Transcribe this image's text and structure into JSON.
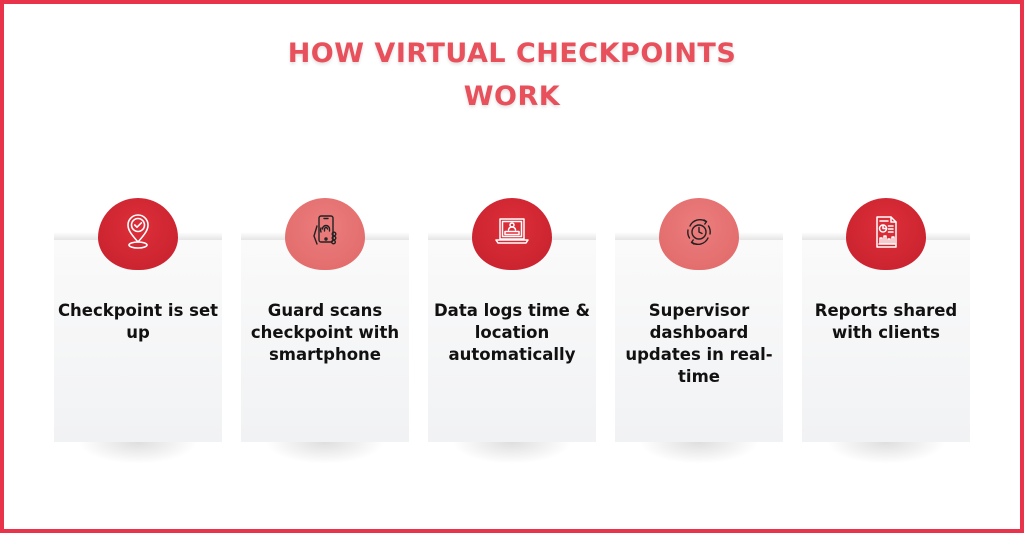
{
  "title": {
    "line1": "HOW VIRTUAL CHECKPOINTS",
    "line2": "WORK"
  },
  "colors": {
    "border": "#e8334a",
    "title": "#e8505b",
    "icon_dark": "#d0232f",
    "icon_light": "#e57272",
    "card": "#f3f4f6"
  },
  "steps": [
    {
      "icon": "location-pin-check-icon",
      "style": "dark",
      "label": "Checkpoint is set up"
    },
    {
      "icon": "smartphone-fingerprint-icon",
      "style": "light",
      "label": "Guard scans checkpoint with smartphone"
    },
    {
      "icon": "laptop-user-login-icon",
      "style": "dark",
      "label": "Data logs time & location automatically"
    },
    {
      "icon": "clock-refresh-icon",
      "style": "light",
      "label": "Supervisor dashboard updates in real-time"
    },
    {
      "icon": "report-document-icon",
      "style": "dark",
      "label": "Reports shared with clients"
    }
  ]
}
